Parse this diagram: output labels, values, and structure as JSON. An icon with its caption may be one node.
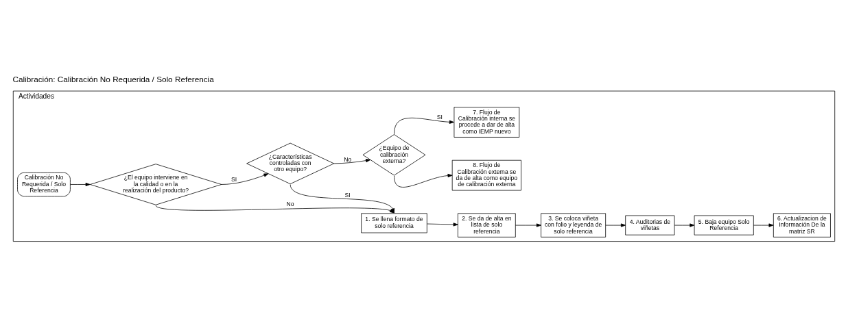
{
  "diagram": {
    "title": "Calibración: Calibración No Requerida / Solo Referencia",
    "nodes": [
      {
        "text": [
          "Actividades"
        ]
      },
      {
        "text": [
          "Calibración No Requerida / Solo Referencia"
        ],
        "in": 0
      },
      {
        "text": [
          "¿El equipo interviene en la calidad o en la realización del producto?"
        ],
        "in": 0
      },
      {
        "text": [
          "¿Características controladas con otro equipo?"
        ],
        "in": 0
      },
      {
        "text": [
          "¿Equipo de calibración externa?"
        ],
        "in": 0
      },
      {
        "text": [
          "7. Flujo de Calibración interna se procede a dar de alta como IEMP nuevo"
        ],
        "in": 0
      },
      {
        "text": [
          "8. Flujo de Calibración externa se da de alta como equipo de calibración externa"
        ],
        "in": 0
      },
      {
        "text": [
          "1. Se llena formato de solo referencia"
        ],
        "in": 0
      },
      {
        "text": [
          "2. Se da de alta en lista de solo referencia"
        ],
        "in": 0
      },
      {
        "text": [
          "3. Se coloca viñeta con folio y leyenda de solo referencia"
        ],
        "in": 0
      },
      {
        "text": [
          "4. Auditorias de viñetas"
        ],
        "in": 0
      },
      {
        "text": [
          "5. Baja equipo Solo Referencia"
        ],
        "in": 0
      },
      {
        "text": [
          "6. Actualizacion de Información De la matriz SR"
        ],
        "in": 0
      }
    ],
    "edges": [
      {
        "from": 1,
        "to": 2,
        "arrow": "to"
      },
      {
        "from": 2,
        "to": 3,
        "arrow": "to",
        "label": "SI"
      },
      {
        "from": 2,
        "to": 7,
        "arrow": "to",
        "label": "No"
      },
      {
        "from": 3,
        "to": 7,
        "arrow": "to",
        "label": "SI"
      },
      {
        "from": 3,
        "to": 4,
        "arrow": "to",
        "label": "No"
      },
      {
        "from": 4,
        "to": 5,
        "arrow": "to",
        "label": "SI"
      },
      {
        "from": 4,
        "to": 6,
        "arrow": "to"
      },
      {
        "from": 7,
        "to": 8,
        "arrow": "to"
      },
      {
        "from": 8,
        "to": 9,
        "arrow": "to"
      },
      {
        "from": 9,
        "to": 10,
        "arrow": "to"
      },
      {
        "from": 10,
        "to": 11,
        "arrow": "to"
      },
      {
        "from": 11,
        "to": 12,
        "arrow": "to"
      }
    ]
  }
}
